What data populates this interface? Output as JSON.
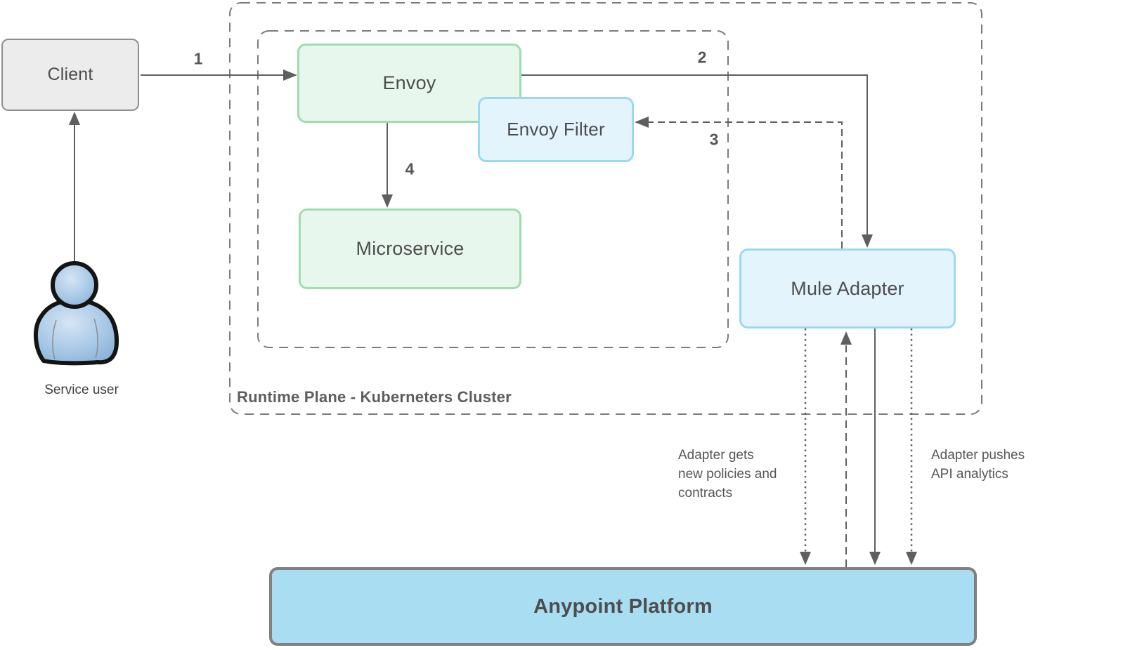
{
  "nodes": {
    "client": {
      "label": "Client"
    },
    "envoy": {
      "label": "Envoy"
    },
    "envoy_filter": {
      "label": "Envoy Filter"
    },
    "microservice": {
      "label": "Microservice"
    },
    "mule_adapter": {
      "label": "Mule Adapter"
    },
    "anypoint_platform": {
      "label": "Anypoint Platform"
    }
  },
  "containers": {
    "runtime_plane": {
      "label": "Runtime Plane - Kuberneters Cluster"
    }
  },
  "actor": {
    "label": "Service user"
  },
  "steps": {
    "one": "1",
    "two": "2",
    "three": "3",
    "four": "4"
  },
  "annotations": {
    "get_policies": "Adapter gets\nnew policies and\ncontracts",
    "push_analytics": "Adapter pushes\nAPI analytics"
  },
  "icons": {
    "service_user": "person-icon"
  },
  "colors": {
    "green_fill": "#e8f7ee",
    "green_border": "#a0dcb0",
    "blue_fill": "#e4f4fc",
    "blue_border": "#9bd9f3",
    "platform_fill": "#a9def2",
    "platform_border": "#808080",
    "client_fill": "#ececec",
    "client_border": "#8f8f8f",
    "line": "#5f5f5f",
    "container_border": "#7b7b7b",
    "text": "#4d4d4d",
    "person_fill_light": "#d4e4f4",
    "person_fill_dark": "#85add6"
  }
}
